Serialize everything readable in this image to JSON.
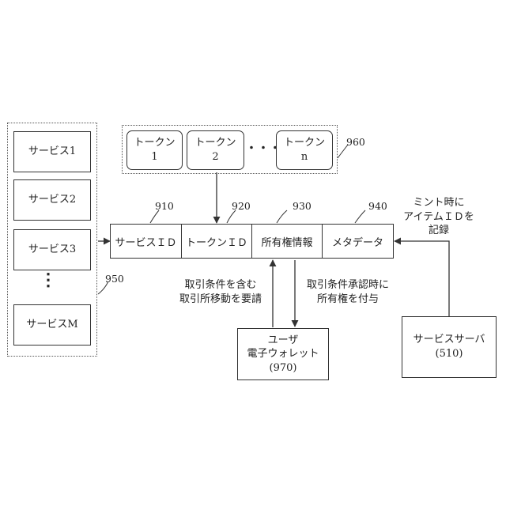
{
  "services": {
    "items": [
      "サービス1",
      "サービス2",
      "サービス3",
      "サービスM"
    ],
    "ellipsis": "⋮",
    "ref": "950"
  },
  "tokens": {
    "items": [
      {
        "name": "トークン",
        "index": "1"
      },
      {
        "name": "トークン",
        "index": "2"
      },
      {
        "name": "トークン",
        "index": "n"
      }
    ],
    "ellipsis": "・・・",
    "ref": "960"
  },
  "record": {
    "fields": [
      {
        "label": "サービスＩＤ",
        "ref": "910"
      },
      {
        "label": "トークンＩＤ",
        "ref": "920"
      },
      {
        "label": "所有権情報",
        "ref": "930"
      },
      {
        "label": "メタデータ",
        "ref": "940"
      }
    ]
  },
  "annotations": {
    "mint": [
      "ミント時に",
      "アイテムＩＤを",
      "記録"
    ],
    "request": [
      "取引条件を含む",
      "取引所移動を要請"
    ],
    "grant": [
      "取引条件承認時に",
      "所有権を付与"
    ]
  },
  "wallet": {
    "lines": [
      "ユーザ",
      "電子ウォレット",
      "(970)"
    ]
  },
  "server": {
    "lines": [
      "サービスサーバ",
      "(510)"
    ]
  }
}
